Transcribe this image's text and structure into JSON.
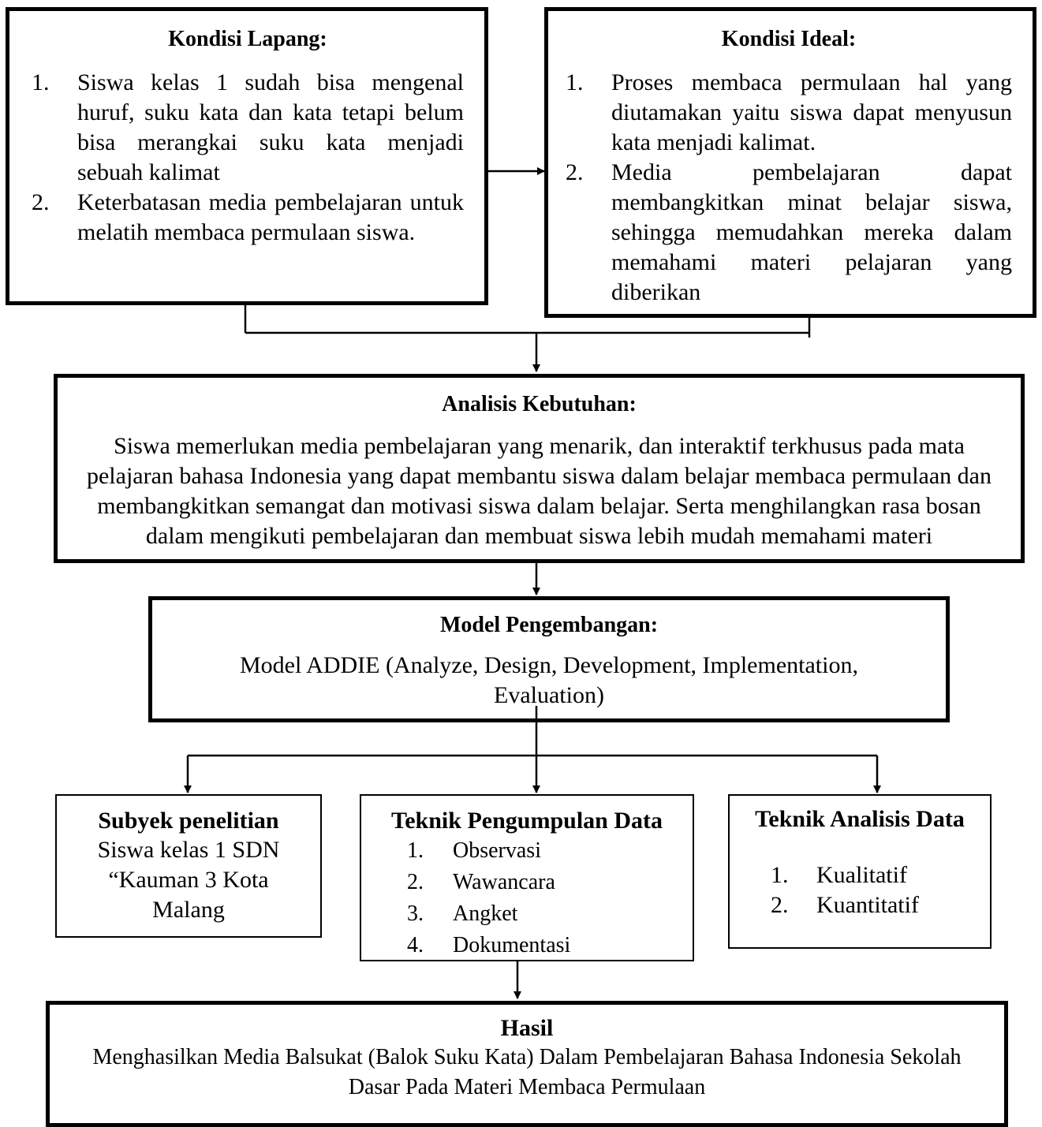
{
  "kondisi_lapang": {
    "title": "Kondisi Lapang:",
    "items": [
      "Siswa kelas 1 sudah bisa mengenal huruf, suku kata dan kata tetapi belum bisa merangkai suku kata menjadi sebuah kalimat",
      "Keterbatasan media pembelajaran untuk melatih membaca permulaan siswa."
    ]
  },
  "kondisi_ideal": {
    "title": "Kondisi Ideal:",
    "items": [
      "Proses membaca permulaan hal yang diutamakan yaitu siswa dapat menyusun kata menjadi kalimat.",
      "Media pembelajaran dapat membangkitkan minat belajar siswa, sehingga memudahkan mereka dalam memahami materi pelajaran yang diberikan"
    ]
  },
  "analisis": {
    "title": "Analisis Kebutuhan:",
    "text": "Siswa memerlukan media pembelajaran yang menarik, dan interaktif terkhusus pada mata pelajaran bahasa Indonesia yang dapat membantu siswa dalam belajar membaca permulaan dan membangkitkan semangat dan motivasi siswa dalam belajar. Serta menghilangkan rasa bosan dalam mengikuti pembelajaran dan membuat siswa lebih mudah memahami materi"
  },
  "model": {
    "title": "Model Pengembangan:",
    "text": "Model ADDIE (Analyze, Design, Development, Implementation, Evaluation)"
  },
  "subyek": {
    "title": "Subyek penelitian",
    "text": "Siswa kelas 1 SDN “Kauman 3 Kota Malang"
  },
  "pengumpulan": {
    "title": "Teknik Pengumpulan Data",
    "items": [
      "Observasi",
      "Wawancara",
      "Angket",
      "Dokumentasi"
    ]
  },
  "analisis_data": {
    "title": "Teknik Analisis Data",
    "items": [
      "Kualitatif",
      "Kuantitatif"
    ]
  },
  "hasil": {
    "title": "Hasil",
    "text": "Menghasilkan Media Balsukat (Balok Suku Kata) Dalam Pembelajaran Bahasa Indonesia Sekolah Dasar Pada Materi Membaca Permulaan"
  }
}
